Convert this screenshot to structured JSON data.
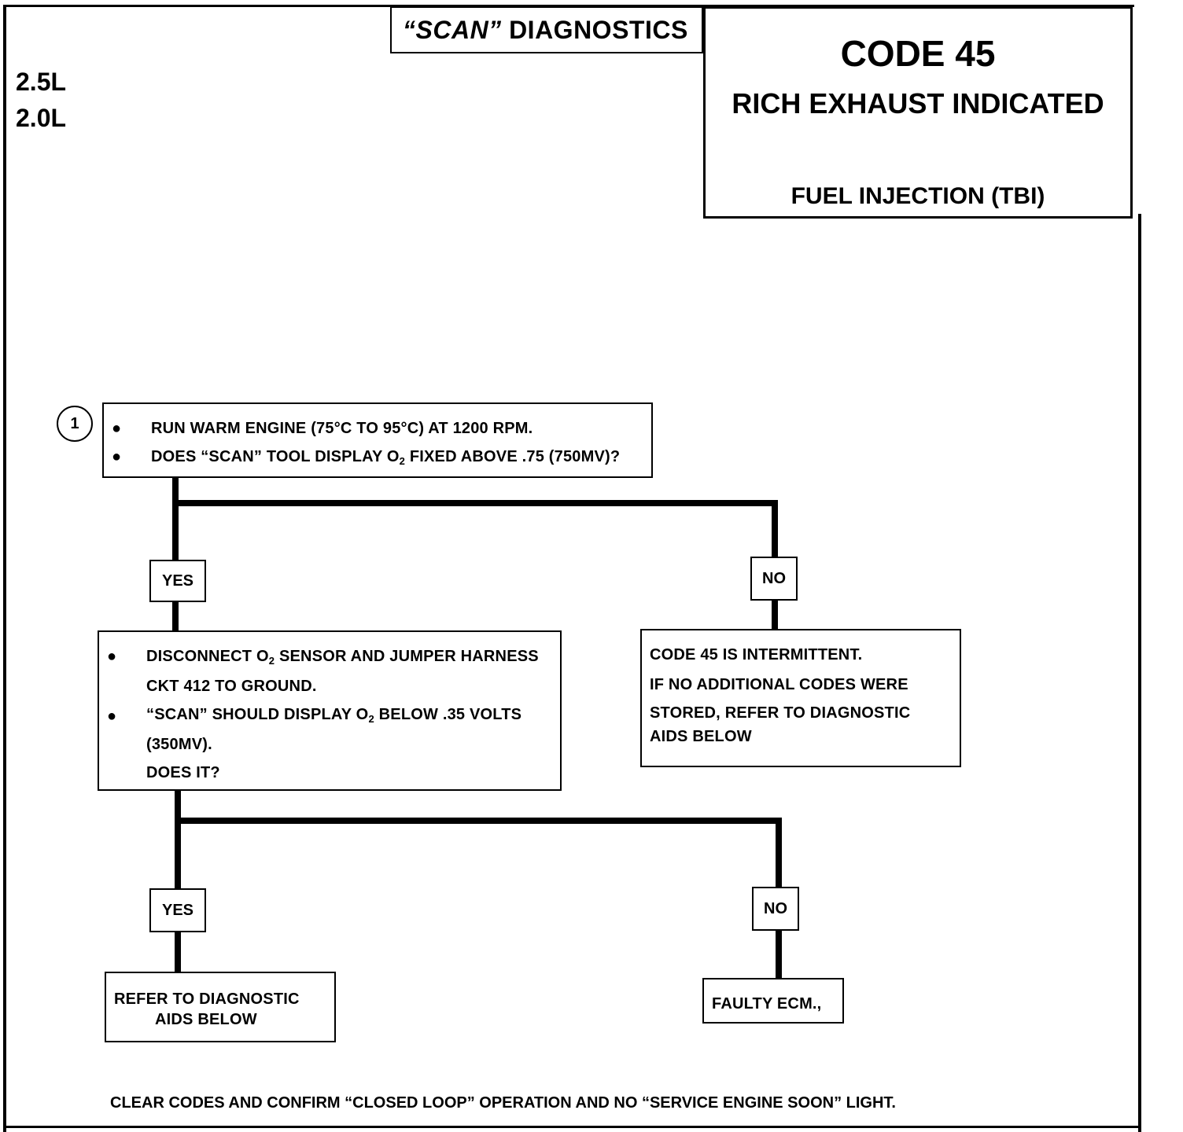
{
  "header": {
    "scan_open_quote": "“SCAN”",
    "scan_rest": " DIAGNOSTICS",
    "engines": [
      "2.5L",
      "2.0L"
    ],
    "code_title": "CODE 45",
    "code_subtitle": "RICH EXHAUST INDICATED",
    "system": "FUEL INJECTION (TBI)"
  },
  "step1": {
    "number": "1",
    "line1": "RUN WARM ENGINE  (75°C TO 95°C) AT 1200 RPM.",
    "line2_pre": "DOES “SCAN” TOOL DISPLAY O",
    "line2_sub": "2",
    "line2_post": " FIXED ABOVE .75 (750MV)?",
    "bullet": "●"
  },
  "branch1": {
    "yes": "YES",
    "no": "NO"
  },
  "step2": {
    "line1_pre": "DISCONNECT O",
    "line1_sub": "2",
    "line1_post": " SENSOR AND JUMPER HARNESS",
    "line2": "CKT 412 TO GROUND.",
    "line3_pre": "“SCAN” SHOULD DISPLAY O",
    "line3_sub": "2",
    "line3_post": " BELOW .35 VOLTS",
    "line4": "(350MV).",
    "line5": "DOES IT?"
  },
  "intermittent": {
    "line1": "CODE 45 IS INTERMITTENT.",
    "line2": "IF NO ADDITIONAL CODES WERE",
    "line3": "STORED, REFER TO  DIAGNOSTIC",
    "line4": "AIDS BELOW"
  },
  "branch2": {
    "yes": "YES",
    "no": "NO"
  },
  "refer": {
    "line1": "REFER TO  DIAGNOSTIC",
    "line2": "AIDS BELOW"
  },
  "faulty": {
    "text": "FAULTY ECM.,"
  },
  "footer": {
    "text": "CLEAR CODES AND CONFIRM “CLOSED LOOP”  OPERATION AND NO “SERVICE ENGINE SOON” LIGHT."
  }
}
